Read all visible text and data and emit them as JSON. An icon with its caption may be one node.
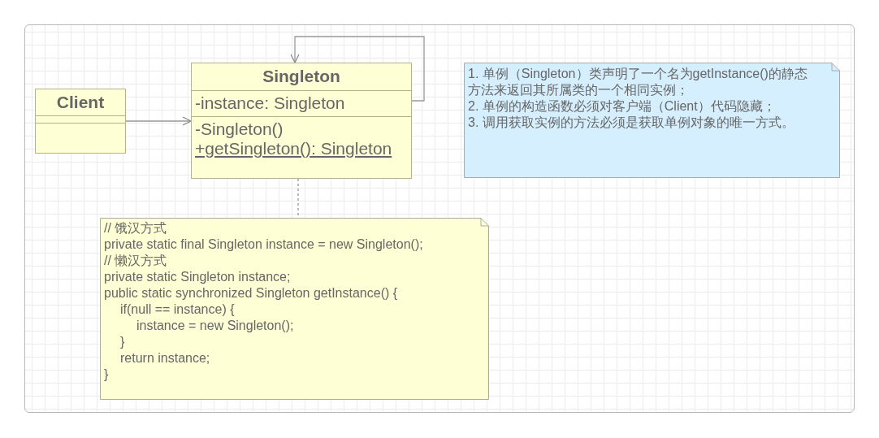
{
  "diagram": {
    "nodes": [
      {
        "text": [
          "Client"
        ]
      },
      {
        "text": [
          "Singleton",
          "-instance: Singleton",
          "-Singleton()",
          "+getSingleton(): Singleton"
        ]
      },
      {
        "text": [
          "1. 单例（Singleton）类声明了一个名为getInstance()的静态方法来返回其所属类的一个相同实例；",
          "2. 单例的构造函数必须对客户端（Client）代码隐藏；",
          "3. 调用获取实例的方法必须是获取单例对象的唯一方式。"
        ]
      },
      {
        "text": [
          "// 饿汉方式",
          "private static final Singleton instance = new Singleton();",
          "// 懒汉方式",
          "private static Singleton instance;",
          "public static synchronized Singleton getInstance() {",
          "if(null == instance) {",
          "instance = new Singleton();",
          "}",
          "return instance;",
          "}"
        ]
      }
    ],
    "edges": [
      {
        "from": 0,
        "to": 1,
        "arrow": "to"
      },
      {
        "from": 1,
        "to": 1,
        "arrow": "to"
      },
      {
        "from": 1,
        "to": 3,
        "arrow": "none",
        "style": "dashed"
      }
    ]
  }
}
